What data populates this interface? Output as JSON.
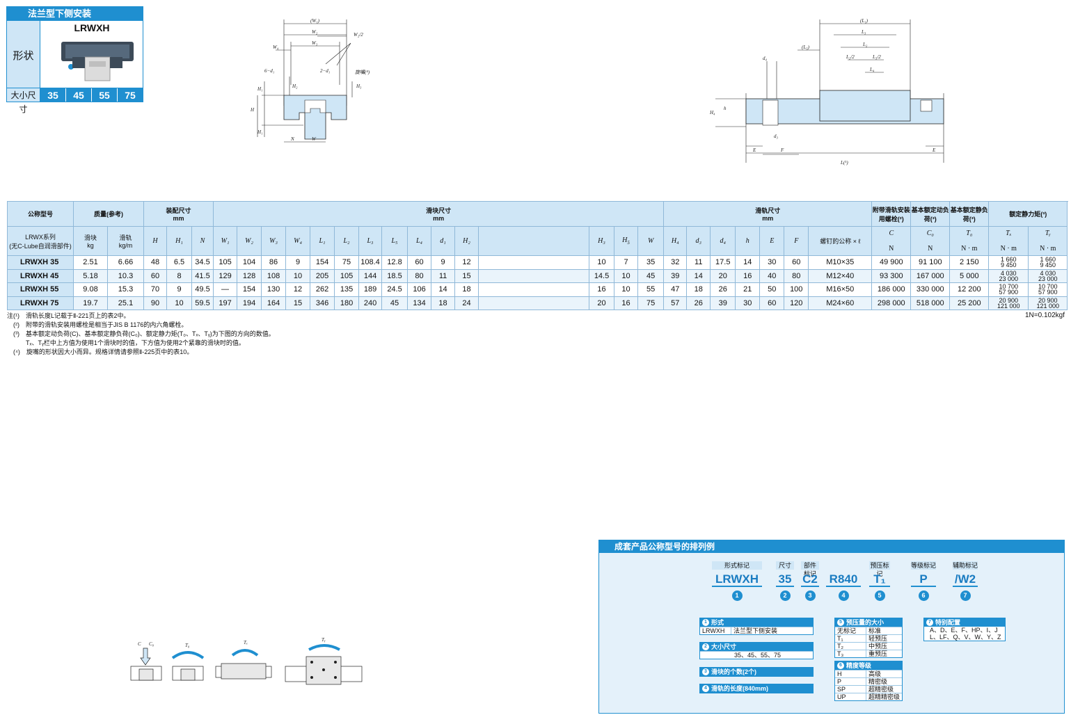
{
  "product_box": {
    "title": "法兰型下侧安装",
    "model": "LRWXH",
    "shape_label": "形状",
    "size_label": "大小尺寸",
    "sizes": [
      "35",
      "45",
      "55",
      "75"
    ]
  },
  "front_view_labels": {
    "w1": "(W₁)",
    "w2": "W₂",
    "w3": "W₃",
    "w4": "W₄",
    "w2half": "W₂/2",
    "six_d1": "6−d₁",
    "two_d1": "2−d₁",
    "nipple": "旋嘴(⁴)",
    "h": "H",
    "h1": "H₁",
    "h2": "H₂",
    "h3": "H₃",
    "n": "N",
    "w": "W"
  },
  "side_view_labels": {
    "l1": "(L₁)",
    "l3": "L₃",
    "l2": "L₂",
    "l2half": "L₂/2",
    "l3half": "L₃/2",
    "l4": "L₄",
    "l5": "(L₅)",
    "d4": "d₄",
    "d3": "d₃",
    "h4": "H₄",
    "hh": "h",
    "e": "E",
    "f": "F",
    "l": "L(¹)"
  },
  "table": {
    "groups": {
      "model": "公称型号",
      "mass": "质量(参考)",
      "assembly": "装配尺寸",
      "block": "滑块尺寸",
      "rail": "滑轨尺寸",
      "bolt": "附带滑轨安装用螺栓(²)",
      "c": "基本额定动负荷(³)",
      "c0": "基本额定静负荷(³)",
      "moment": "额定静力矩(³)",
      "mm": "mm"
    },
    "sub": {
      "series": "LRWX系列",
      "series_note": "(无C-Lube自润滑部件)",
      "block_mass": "滑块",
      "rail_mass": "滑轨",
      "kg": "kg",
      "kgm": "kg/m",
      "H": "H",
      "H1": "H₁",
      "N": "N",
      "W1": "W₁",
      "W2": "W₂",
      "W3": "W₃",
      "W4": "W₄",
      "L1": "L₁",
      "L2": "L₂",
      "L3": "L₃",
      "L5": "L₅",
      "L4": "L₄",
      "d1": "d₁",
      "H2": "H₂",
      "H3": "H₃",
      "W": "W",
      "H4": "H₄",
      "d3": "d₃",
      "d4": "d₄",
      "h": "h",
      "E": "E",
      "F": "F",
      "boltcol": "螺钉的公称 × ℓ",
      "C": "C",
      "C0": "C₀",
      "Nunit": "N",
      "T0": "T₀",
      "TX": "Tₓ",
      "TY": "Tᵧ",
      "Nm": "N · m"
    },
    "rows": [
      {
        "model": "LRWXH 35",
        "mass_block": "2.51",
        "mass_rail": "6.66",
        "H": "48",
        "H1": "6.5",
        "N": "34.5",
        "W1": "105",
        "W2": "104",
        "W3": "86",
        "W4": "9",
        "L1": "154",
        "L2": "75",
        "L3": "108.4",
        "L5": "12.8",
        "L4": "60",
        "d1": "9",
        "H2": "12",
        "H3": "10",
        "H5": "7",
        "W": "35",
        "H4": "32",
        "d3": "11",
        "d4": "17.5",
        "h": "14",
        "E": "30",
        "F": "60",
        "bolt": "M10×35",
        "C": "49 900",
        "C0": "91 100",
        "T0": "2 150",
        "TX_a": "1 660",
        "TX_b": "9 450",
        "TY_a": "1 660",
        "TY_b": "9 450"
      },
      {
        "model": "LRWXH 45",
        "mass_block": "5.18",
        "mass_rail": "10.3",
        "H": "60",
        "H1": "8",
        "N": "41.5",
        "W1": "129",
        "W2": "128",
        "W3": "108",
        "W4": "10",
        "L1": "205",
        "L2": "105",
        "L3": "144",
        "L5": "18.5",
        "L4": "80",
        "d1": "11",
        "H2": "15",
        "H3": "14.5",
        "H5": "10",
        "W": "45",
        "H4": "39",
        "d3": "14",
        "d4": "20",
        "h": "16",
        "E": "40",
        "F": "80",
        "bolt": "M12×40",
        "C": "93 300",
        "C0": "167 000",
        "T0": "5 000",
        "TX_a": "4 030",
        "TX_b": "23 000",
        "TY_a": "4 030",
        "TY_b": "23 000"
      },
      {
        "model": "LRWXH 55",
        "mass_block": "9.08",
        "mass_rail": "15.3",
        "H": "70",
        "H1": "9",
        "N": "49.5",
        "W1": "—",
        "W2": "154",
        "W3": "130",
        "W4": "12",
        "L1": "262",
        "L2": "135",
        "L3": "189",
        "L5": "24.5",
        "L4": "106",
        "d1": "14",
        "H2": "18",
        "H3": "16",
        "H5": "10",
        "W": "55",
        "H4": "47",
        "d3": "18",
        "d4": "26",
        "h": "21",
        "E": "50",
        "F": "100",
        "bolt": "M16×50",
        "C": "186 000",
        "C0": "330 000",
        "T0": "12 200",
        "TX_a": "10 700",
        "TX_b": "57 900",
        "TY_a": "10 700",
        "TY_b": "57 900"
      },
      {
        "model": "LRWXH 75",
        "mass_block": "19.7",
        "mass_rail": "25.1",
        "H": "90",
        "H1": "10",
        "N": "59.5",
        "W1": "197",
        "W2": "194",
        "W3": "164",
        "W4": "15",
        "L1": "346",
        "L2": "180",
        "L3": "240",
        "L5": "45",
        "L4": "134",
        "d1": "18",
        "H2": "24",
        "H3": "20",
        "H5": "16",
        "W": "75",
        "H4": "57",
        "d3": "26",
        "d4": "39",
        "h": "30",
        "E": "60",
        "F": "120",
        "bolt": "M24×60",
        "C": "298 000",
        "C0": "518 000",
        "T0": "25 200",
        "TX_a": "20 900",
        "TX_b": "121 000",
        "TY_a": "20 900",
        "TY_b": "121 000"
      }
    ]
  },
  "notes": [
    "注(¹)　滑轨长度L记载于Ⅱ-221页上的表2中。",
    "　(²)　附带的滑轨安装用螺栓是相当于JIS B 1176的内六角螺栓。",
    "　(³)　基本额定动负荷(C)、基本额定静负荷(C₀)、额定静力矩(T₀、Tₓ、Tᵧ)为下图的方向的数值。",
    "　　　Tₓ、Tᵧ栏中上方值为使用1个滑块时的值，下方值为使用2个紧靠的滑块时的值。",
    "　(⁴)　旋嘴的形状因大小而异。规格详情请参照Ⅱ-225页中的表10。"
  ],
  "unit_note": "1N=0.102kgf",
  "moment_labels": {
    "c": "C",
    "c0": "C₀",
    "t0": "T₀",
    "tx": "Tₓ",
    "ty": "Tᵧ"
  },
  "order": {
    "title": "成套产品公称型号的排列例",
    "parts": [
      {
        "tag": "形式标记",
        "val": "LRWXH",
        "num": "1"
      },
      {
        "tag": "尺寸",
        "val": "35",
        "num": "2"
      },
      {
        "tag": "部件标记",
        "val": "C2",
        "num": "3"
      },
      {
        "tag": "",
        "val": "R840",
        "num": "4"
      },
      {
        "tag": "预压标记",
        "val": "T₁",
        "num": "5"
      },
      {
        "tag": "等级标记",
        "val": "P",
        "num": "6"
      },
      {
        "tag": "辅助标记",
        "val": "/W2",
        "num": "7"
      }
    ],
    "legend1": {
      "n": "1",
      "t": "形式",
      "k": "LRWXH",
      "v": "法兰型下侧安装"
    },
    "legend2": {
      "n": "2",
      "t": "大小尺寸",
      "v": "35、45、55、75"
    },
    "legend3": {
      "n": "3",
      "t": "滑块的个数(2个)"
    },
    "legend4": {
      "n": "4",
      "t": "滑轨的长度(840mm)"
    },
    "legend5": {
      "n": "5",
      "t": "预压量的大小",
      "rows": [
        [
          "无标记",
          "标准"
        ],
        [
          "T₁",
          "轻预压"
        ],
        [
          "T₂",
          "中预压"
        ],
        [
          "T₃",
          "重预压"
        ]
      ]
    },
    "legend6": {
      "n": "6",
      "t": "精度等级",
      "rows": [
        [
          "H",
          "高级"
        ],
        [
          "P",
          "精密级"
        ],
        [
          "SP",
          "超精密级"
        ],
        [
          "UP",
          "超精精密级"
        ]
      ]
    },
    "legend7": {
      "n": "7",
      "t": "特别配置",
      "l1": "A、D、E、F、HP、Ⅰ、J",
      "l2": "L、LF、Q、V、W、Y、Z"
    }
  }
}
